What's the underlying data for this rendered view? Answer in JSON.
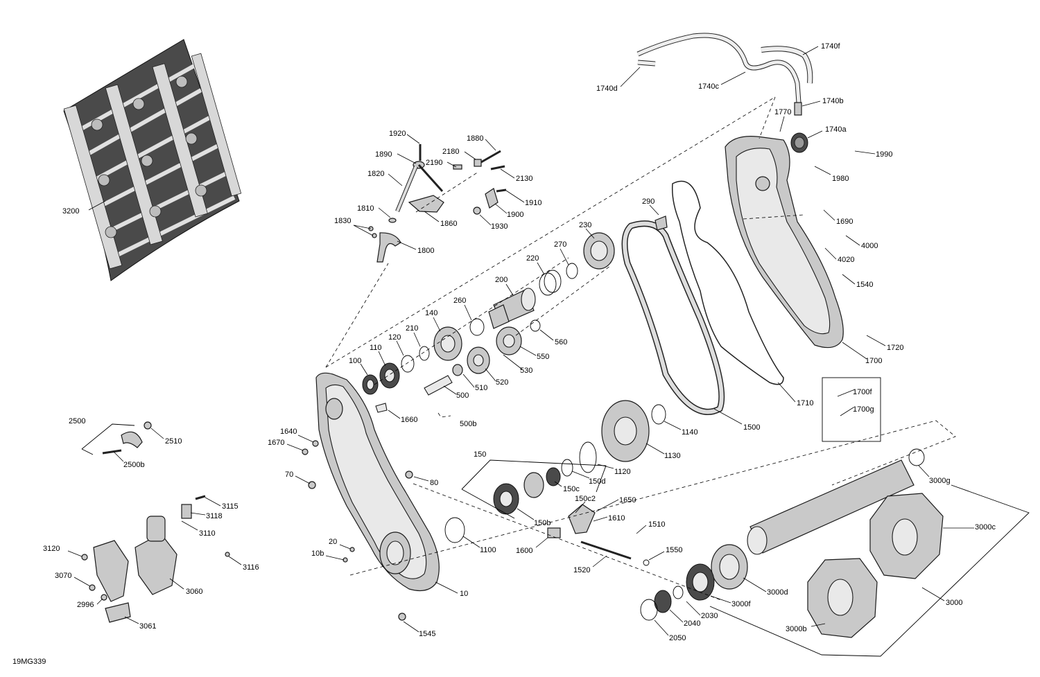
{
  "diagram": {
    "figure_id": "19MG339",
    "callouts": [
      {
        "id": "c3200",
        "text": "3200"
      },
      {
        "id": "c1740d",
        "text": "1740d"
      },
      {
        "id": "c1740c",
        "text": "1740c"
      },
      {
        "id": "c1740f",
        "text": "1740f"
      },
      {
        "id": "c1740b",
        "text": "1740b"
      },
      {
        "id": "c1770",
        "text": "1770"
      },
      {
        "id": "c1740a",
        "text": "1740a"
      },
      {
        "id": "c1990",
        "text": "1990"
      },
      {
        "id": "c1980",
        "text": "1980"
      },
      {
        "id": "c1920",
        "text": "1920"
      },
      {
        "id": "c1880",
        "text": "1880"
      },
      {
        "id": "c2180",
        "text": "2180"
      },
      {
        "id": "c1890",
        "text": "1890"
      },
      {
        "id": "c2190",
        "text": "2190"
      },
      {
        "id": "c2130",
        "text": "2130"
      },
      {
        "id": "c1820",
        "text": "1820"
      },
      {
        "id": "c1910",
        "text": "1910"
      },
      {
        "id": "c1810",
        "text": "1810"
      },
      {
        "id": "c1900",
        "text": "1900"
      },
      {
        "id": "c1860",
        "text": "1860"
      },
      {
        "id": "c1930",
        "text": "1930"
      },
      {
        "id": "c1830",
        "text": "1830"
      },
      {
        "id": "c1800",
        "text": "1800"
      },
      {
        "id": "c290",
        "text": "290"
      },
      {
        "id": "c1690",
        "text": "1690"
      },
      {
        "id": "c4000",
        "text": "4000"
      },
      {
        "id": "c4020",
        "text": "4020"
      },
      {
        "id": "c1540",
        "text": "1540"
      },
      {
        "id": "c230",
        "text": "230"
      },
      {
        "id": "c270",
        "text": "270"
      },
      {
        "id": "c220",
        "text": "220"
      },
      {
        "id": "c200",
        "text": "200"
      },
      {
        "id": "c260",
        "text": "260"
      },
      {
        "id": "c140",
        "text": "140"
      },
      {
        "id": "c210",
        "text": "210"
      },
      {
        "id": "c120",
        "text": "120"
      },
      {
        "id": "c110",
        "text": "110"
      },
      {
        "id": "c100",
        "text": "100"
      },
      {
        "id": "c560",
        "text": "560"
      },
      {
        "id": "c550",
        "text": "550"
      },
      {
        "id": "c530",
        "text": "530"
      },
      {
        "id": "c520",
        "text": "520"
      },
      {
        "id": "c510",
        "text": "510"
      },
      {
        "id": "c500",
        "text": "500"
      },
      {
        "id": "c500b",
        "text": "500b"
      },
      {
        "id": "c1660",
        "text": "1660"
      },
      {
        "id": "c1720",
        "text": "1720"
      },
      {
        "id": "c1700",
        "text": "1700"
      },
      {
        "id": "c1700f",
        "text": "1700f"
      },
      {
        "id": "c1700g",
        "text": "1700g"
      },
      {
        "id": "c1710",
        "text": "1710"
      },
      {
        "id": "c1500",
        "text": "1500"
      },
      {
        "id": "c1140",
        "text": "1140"
      },
      {
        "id": "c1130",
        "text": "1130"
      },
      {
        "id": "c1120",
        "text": "1120"
      },
      {
        "id": "c150d",
        "text": "150d"
      },
      {
        "id": "c150",
        "text": "150"
      },
      {
        "id": "c150c",
        "text": "150c"
      },
      {
        "id": "c150c2",
        "text": "150c2"
      },
      {
        "id": "c1650",
        "text": "1650"
      },
      {
        "id": "c1610",
        "text": "1610"
      },
      {
        "id": "c150b",
        "text": "150b"
      },
      {
        "id": "c1510",
        "text": "1510"
      },
      {
        "id": "c1600",
        "text": "1600"
      },
      {
        "id": "c1550",
        "text": "1550"
      },
      {
        "id": "c1520",
        "text": "1520"
      },
      {
        "id": "c1100",
        "text": "1100"
      },
      {
        "id": "c2500",
        "text": "2500"
      },
      {
        "id": "c2510",
        "text": "2510"
      },
      {
        "id": "c2500b",
        "text": "2500b"
      },
      {
        "id": "c1640",
        "text": "1640"
      },
      {
        "id": "c1670",
        "text": "1670"
      },
      {
        "id": "c70",
        "text": "70"
      },
      {
        "id": "c80",
        "text": "80"
      },
      {
        "id": "c3115",
        "text": "3115"
      },
      {
        "id": "c3118",
        "text": "3118"
      },
      {
        "id": "c3110",
        "text": "3110"
      },
      {
        "id": "c3120",
        "text": "3120"
      },
      {
        "id": "c3116",
        "text": "3116"
      },
      {
        "id": "c3070",
        "text": "3070"
      },
      {
        "id": "c3060",
        "text": "3060"
      },
      {
        "id": "c2996",
        "text": "2996"
      },
      {
        "id": "c3061",
        "text": "3061"
      },
      {
        "id": "c20",
        "text": "20"
      },
      {
        "id": "c10b",
        "text": "10b"
      },
      {
        "id": "c10",
        "text": "10"
      },
      {
        "id": "c1545",
        "text": "1545"
      },
      {
        "id": "c3000g",
        "text": "3000g"
      },
      {
        "id": "c3000c",
        "text": "3000c"
      },
      {
        "id": "c3000d",
        "text": "3000d"
      },
      {
        "id": "c3000f",
        "text": "3000f"
      },
      {
        "id": "c2030",
        "text": "2030"
      },
      {
        "id": "c2040",
        "text": "2040"
      },
      {
        "id": "c2050",
        "text": "2050"
      },
      {
        "id": "c3000b",
        "text": "3000b"
      },
      {
        "id": "c3000",
        "text": "3000"
      }
    ]
  }
}
